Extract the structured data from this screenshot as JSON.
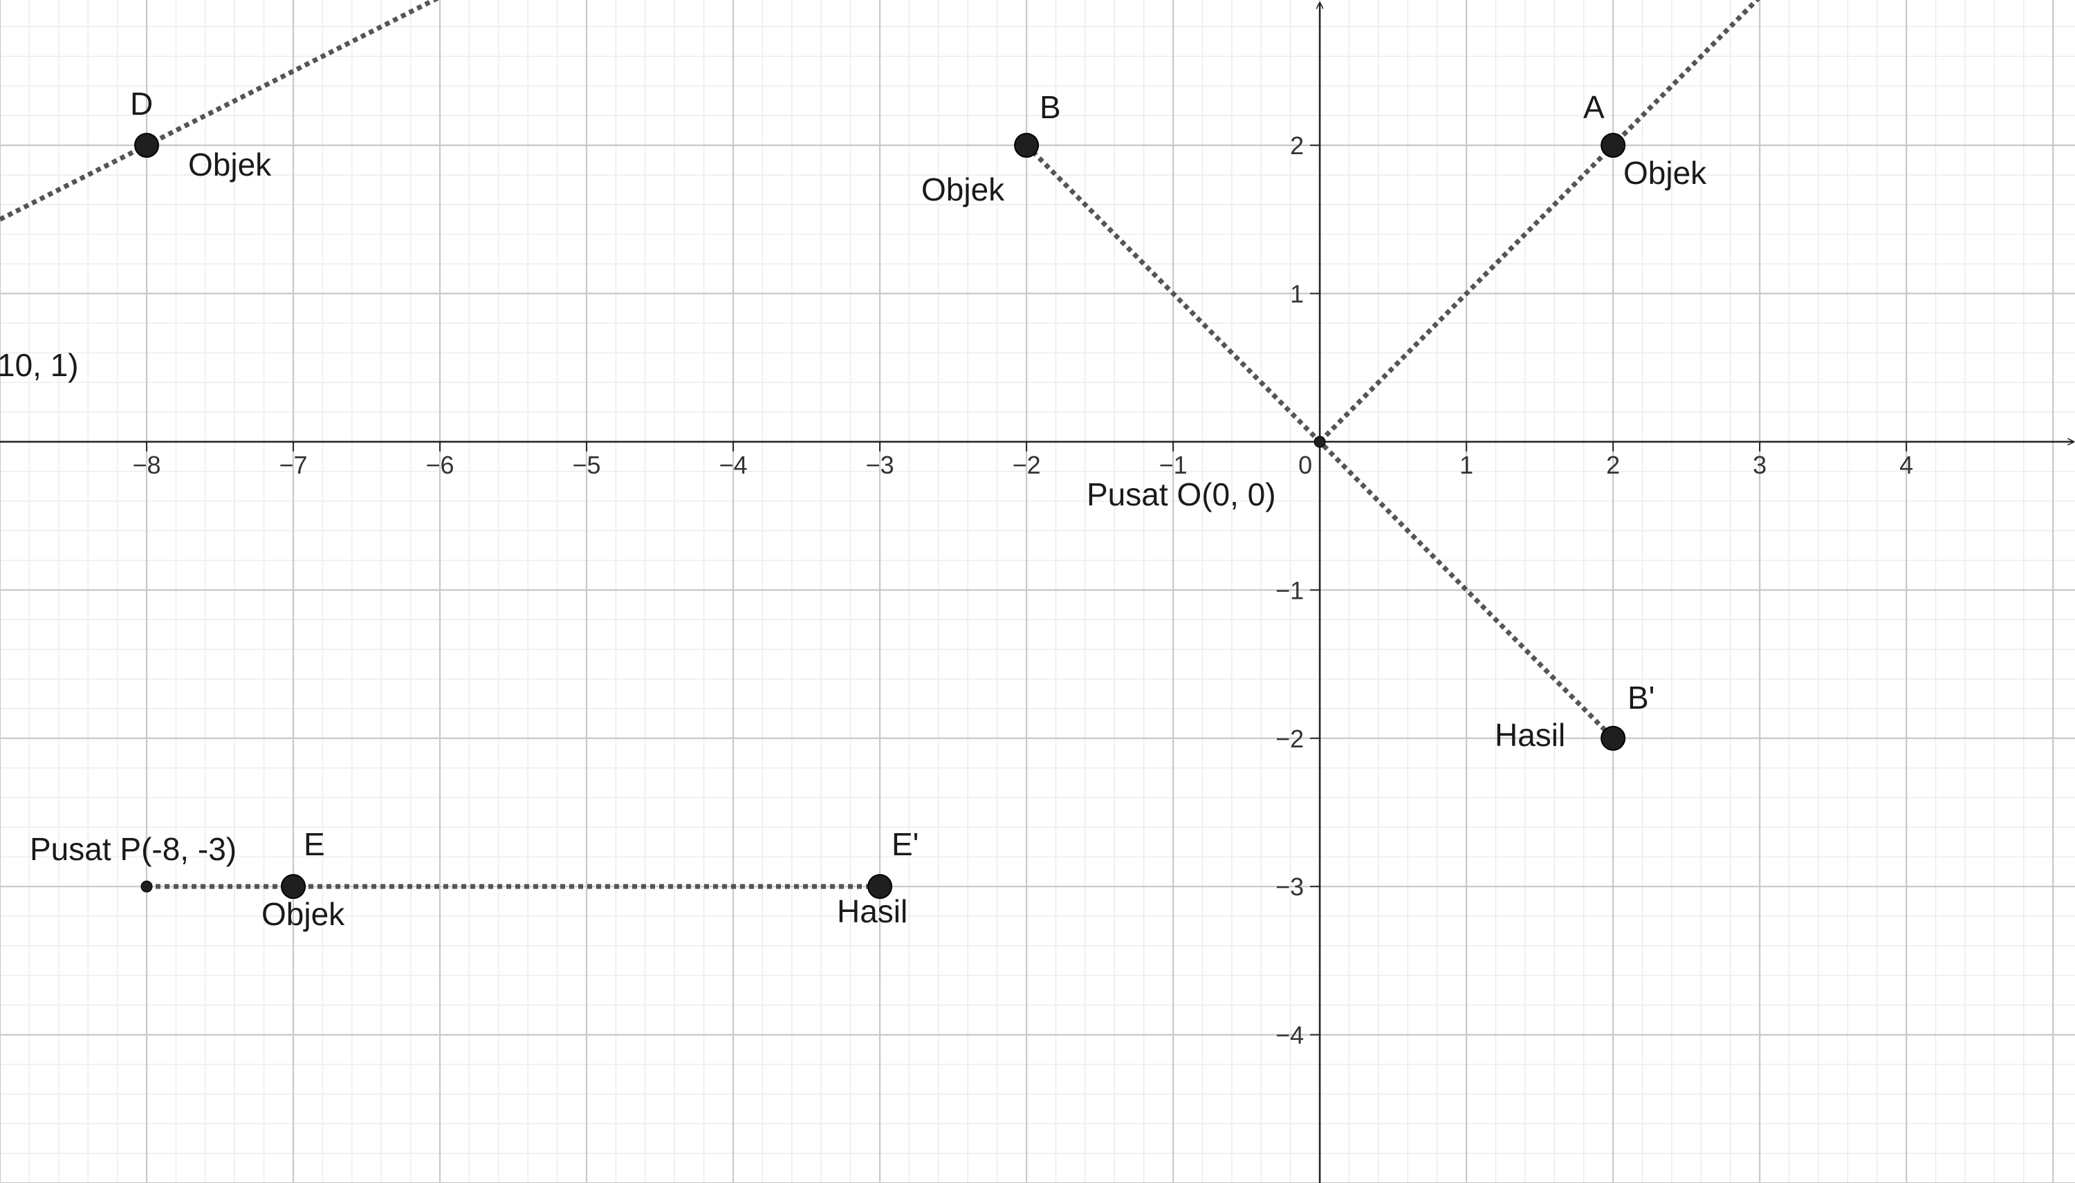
{
  "window": {
    "x_min": -9.0,
    "x_max": 5.15,
    "y_min": -5.0,
    "y_max": 2.98
  },
  "colors": {
    "minor_grid": "#ebebeb",
    "major_grid": "#c8c8c8",
    "axis": "#262626",
    "segment": "#555555",
    "point": "#1f1f1f"
  },
  "x_ticks": [
    {
      "v": -8,
      "label": "−8"
    },
    {
      "v": -7,
      "label": "−7"
    },
    {
      "v": -6,
      "label": "−6"
    },
    {
      "v": -5,
      "label": "−5"
    },
    {
      "v": -4,
      "label": "−4"
    },
    {
      "v": -3,
      "label": "−3"
    },
    {
      "v": -2,
      "label": "−2"
    },
    {
      "v": -1,
      "label": "−1"
    },
    {
      "v": 0,
      "label": "0"
    },
    {
      "v": 1,
      "label": "1"
    },
    {
      "v": 2,
      "label": "2"
    },
    {
      "v": 3,
      "label": "3"
    },
    {
      "v": 4,
      "label": "4"
    }
  ],
  "y_ticks": [
    {
      "v": 2,
      "label": "2"
    },
    {
      "v": 1,
      "label": "1"
    },
    {
      "v": -1,
      "label": "−1"
    },
    {
      "v": -2,
      "label": "−2"
    },
    {
      "v": -3,
      "label": "−3"
    },
    {
      "v": -4,
      "label": "−4"
    }
  ],
  "segments": [
    {
      "id": "line-d",
      "from": [
        -9.0,
        1.5
      ],
      "to": [
        -6.0,
        3.0
      ]
    },
    {
      "id": "line-a",
      "from": [
        0,
        0
      ],
      "to": [
        3.0,
        3.0
      ]
    },
    {
      "id": "segment-b-bprime",
      "from": [
        -2,
        2
      ],
      "to": [
        2,
        -2
      ]
    },
    {
      "id": "segment-p-eprime",
      "from": [
        -8,
        -3
      ],
      "to": [
        -3,
        -3
      ]
    }
  ],
  "points": [
    {
      "id": "point-d",
      "x": -8,
      "y": 2,
      "big": true
    },
    {
      "id": "point-b",
      "x": -2,
      "y": 2,
      "big": true
    },
    {
      "id": "point-a",
      "x": 2,
      "y": 2,
      "big": true
    },
    {
      "id": "point-bprime",
      "x": 2,
      "y": -2,
      "big": true
    },
    {
      "id": "point-e",
      "x": -7,
      "y": -3,
      "big": true
    },
    {
      "id": "point-eprime",
      "x": -3,
      "y": -3,
      "big": true
    },
    {
      "id": "point-o",
      "x": 0,
      "y": 0,
      "big": false
    },
    {
      "id": "point-p",
      "x": -8,
      "y": -3,
      "big": false
    }
  ],
  "labels": {
    "d_name": "D",
    "d_role": "Objek",
    "b_name": "B",
    "b_role": "Objek",
    "a_name": "A",
    "a_role": "Objek",
    "bprime_name": "B'",
    "bprime_role": "Hasil",
    "e_name": "E",
    "e_role": "Objek",
    "eprime_name": "E'",
    "eprime_role": "Hasil",
    "center_o": "Pusat O(0, 0)",
    "center_p": "Pusat P(-8, -3)",
    "cutoff": "10, 1)"
  }
}
